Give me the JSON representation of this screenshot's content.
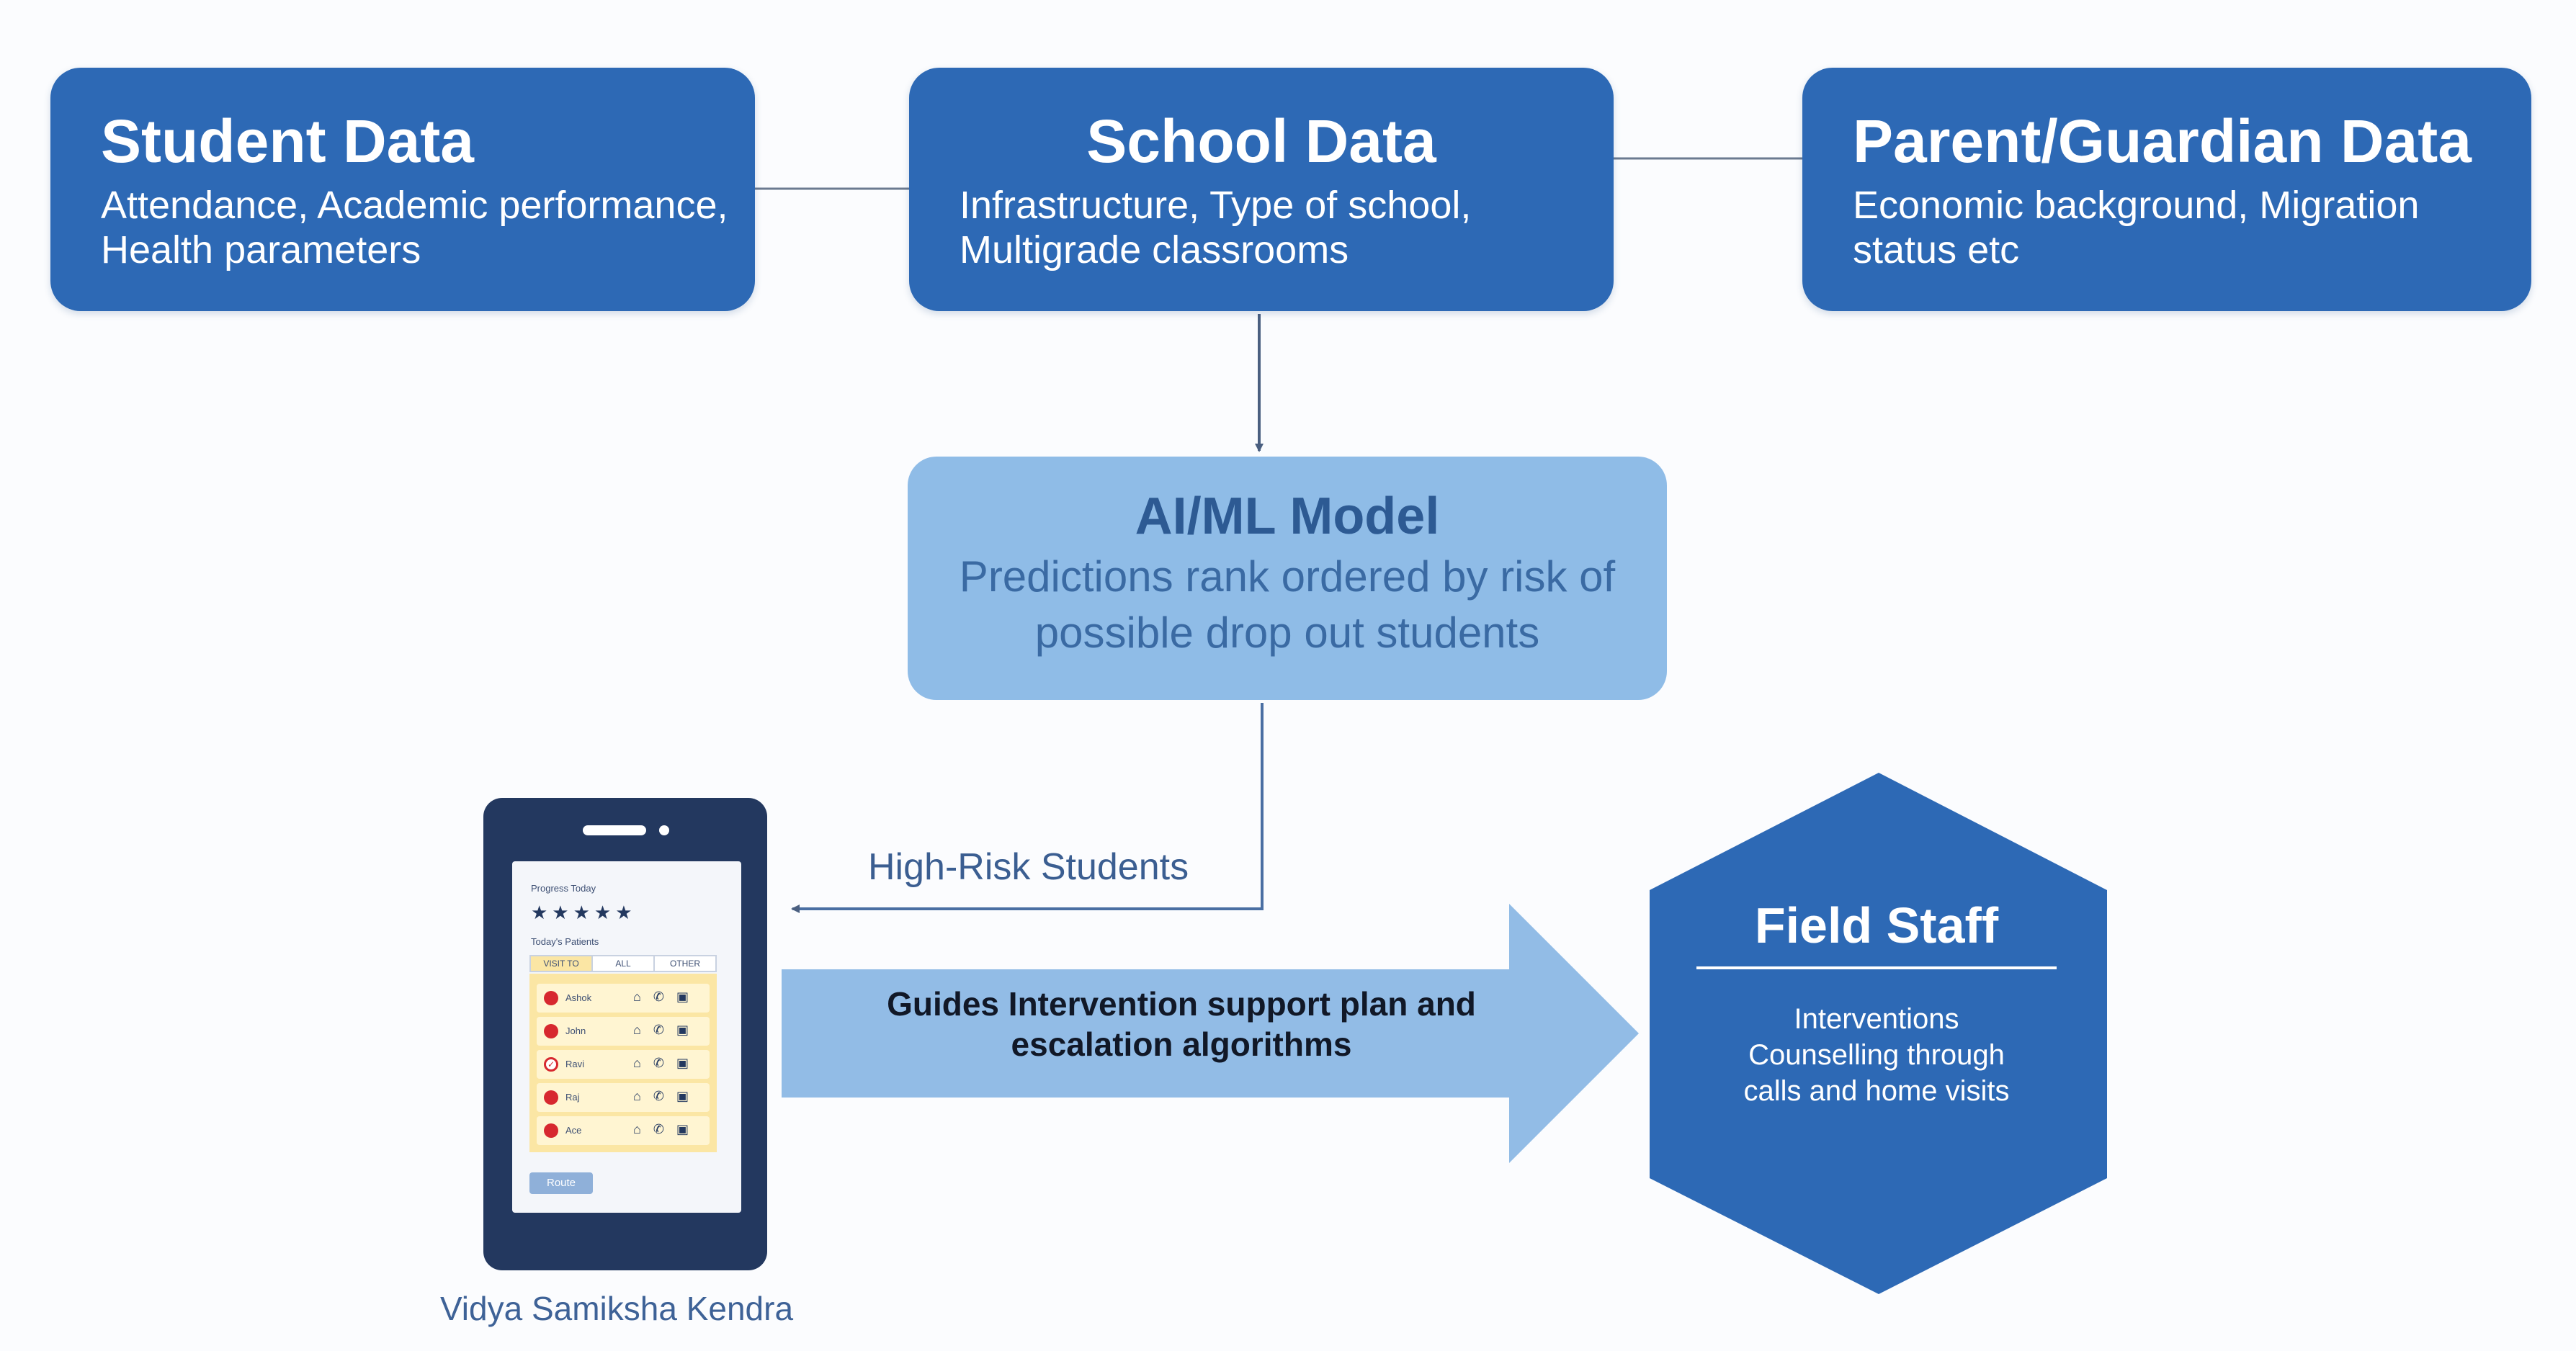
{
  "sources": [
    {
      "title": "Student Data",
      "body": "Attendance, Academic performance, Health parameters"
    },
    {
      "title": "School Data",
      "body": "Infrastructure, Type of school, Multigrade classrooms"
    },
    {
      "title": "Parent/Guardian Data",
      "body": "Economic background, Migration status etc"
    }
  ],
  "model": {
    "title": "AI/ML Model",
    "body": "Predictions rank ordered by risk of possible drop out students"
  },
  "flow": {
    "high_risk_label": "High-Risk Students",
    "arrow_text": "Guides Intervention support plan and escalation algorithms"
  },
  "phone": {
    "caption": "Vidya Samiksha Kendra",
    "screen": {
      "heading": "Progress Today",
      "stars": "★★★★★",
      "list_heading": "Today's Patients",
      "tabs": [
        "VISIT TO",
        "ALL",
        "OTHER"
      ],
      "patients": [
        "Ashok",
        "John",
        "Ravi",
        "Raj",
        "Ace"
      ],
      "button": "Route"
    }
  },
  "field_staff": {
    "title": "Field Staff",
    "body_line1": "Interventions",
    "body_line2": "Counselling through",
    "body_line3": "calls and home visits"
  },
  "colors": {
    "card_blue": "#2d69b5",
    "model_blue": "#8fbce7",
    "arrow_blue": "#92bce6",
    "hex_blue": "#2d69b5",
    "phone_dark": "#23385f"
  }
}
